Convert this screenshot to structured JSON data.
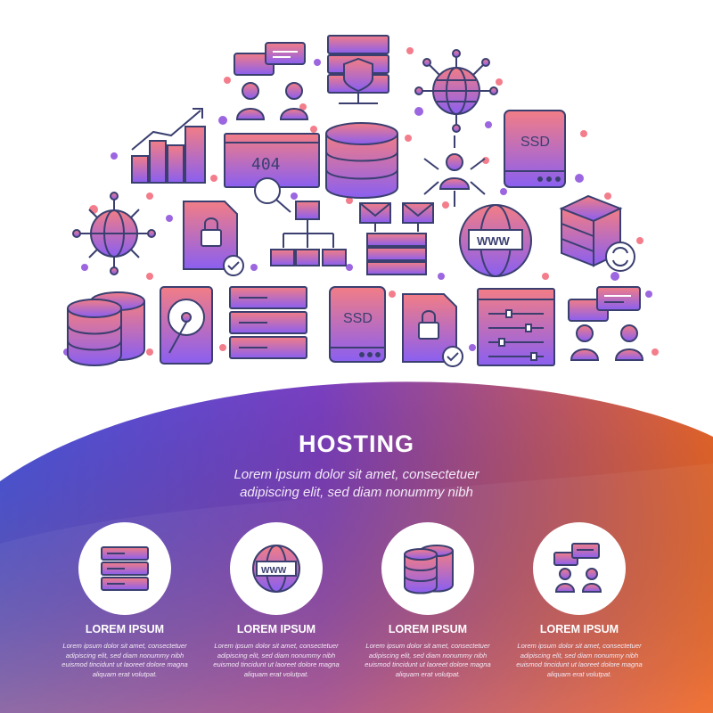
{
  "header": {
    "title": "HOSTING",
    "subtitle_line1": "Lorem ipsum dolor sit amet, consectetuer",
    "subtitle_line2": "adipiscing elit, sed diam nonummy nibh"
  },
  "icon_labels": {
    "not_found": "404",
    "ssd_top": "SSD",
    "ssd_bottom": "SSD",
    "www": "WWW",
    "www_small": "WWW"
  },
  "features": [
    {
      "icon": "server-rack-icon",
      "title": "LOREM IPSUM",
      "desc": [
        "Lorem ipsum dolor sit amet, consectetuer",
        "adipiscing elit, sed diam nonummy nibh",
        "euismod tincidunt ut laoreet dolore magna",
        "aliquam erat volutpat."
      ]
    },
    {
      "icon": "www-globe-icon",
      "title": "LOREM IPSUM",
      "desc": [
        "Lorem ipsum dolor sit amet, consectetuer",
        "adipiscing elit, sed diam nonummy nibh",
        "euismod tincidunt ut laoreet dolore magna",
        "aliquam erat volutpat."
      ]
    },
    {
      "icon": "database-icon",
      "title": "LOREM IPSUM",
      "desc": [
        "Lorem ipsum dolor sit amet, consectetuer",
        "adipiscing elit, sed diam nonummy nibh",
        "euismod tincidunt ut laoreet dolore magna",
        "aliquam erat volutpat."
      ]
    },
    {
      "icon": "chat-users-icon",
      "title": "LOREM IPSUM",
      "desc": [
        "Lorem ipsum dolor sit amet, consectetuer",
        "adipiscing elit, sed diam nonummy nibh",
        "euismod tincidunt ut laoreet dolore magna",
        "aliquam erat volutpat."
      ]
    }
  ],
  "colors": {
    "gradient_blue": "#4a57e0",
    "gradient_purple": "#7a3fc0",
    "gradient_orange": "#e8662a",
    "dot_pink": "#f47d8c",
    "dot_purple": "#9b66e0"
  }
}
